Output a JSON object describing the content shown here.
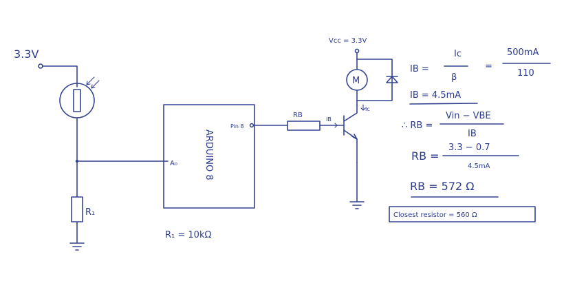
{
  "ldr_circuit": {
    "supply_label": "3.3V",
    "r1_label": "R₁",
    "analog_pin_label": "A₀",
    "r1_value": "R₁ = 10kΩ"
  },
  "arduino": {
    "board_label": "ARDUINO 8",
    "pin_label": "Pin 8"
  },
  "transistor_circuit": {
    "vcc_label": "Vcc = 3.3V",
    "motor_label": "M",
    "rb_label": "RB",
    "ib_label": "IB",
    "ic_label": "Ic"
  },
  "calculations": {
    "ib_lhs": "IB =",
    "ib_num": "Ic",
    "ib_den": "β",
    "eq": "=",
    "ib_num2": "500mA",
    "ib_den2": "110",
    "ib_result": "IB = 4.5mA",
    "rb_lhs": "∴ RB =",
    "rb_num": "Vin − VBE",
    "rb_den": "IB",
    "rb_lhs2": "RB =",
    "rb_num2": "3.3 − 0.7",
    "rb_den2": "4.5mA",
    "rb_result": "RB = 572 Ω",
    "closest": "Closest resistor = 560 Ω"
  }
}
